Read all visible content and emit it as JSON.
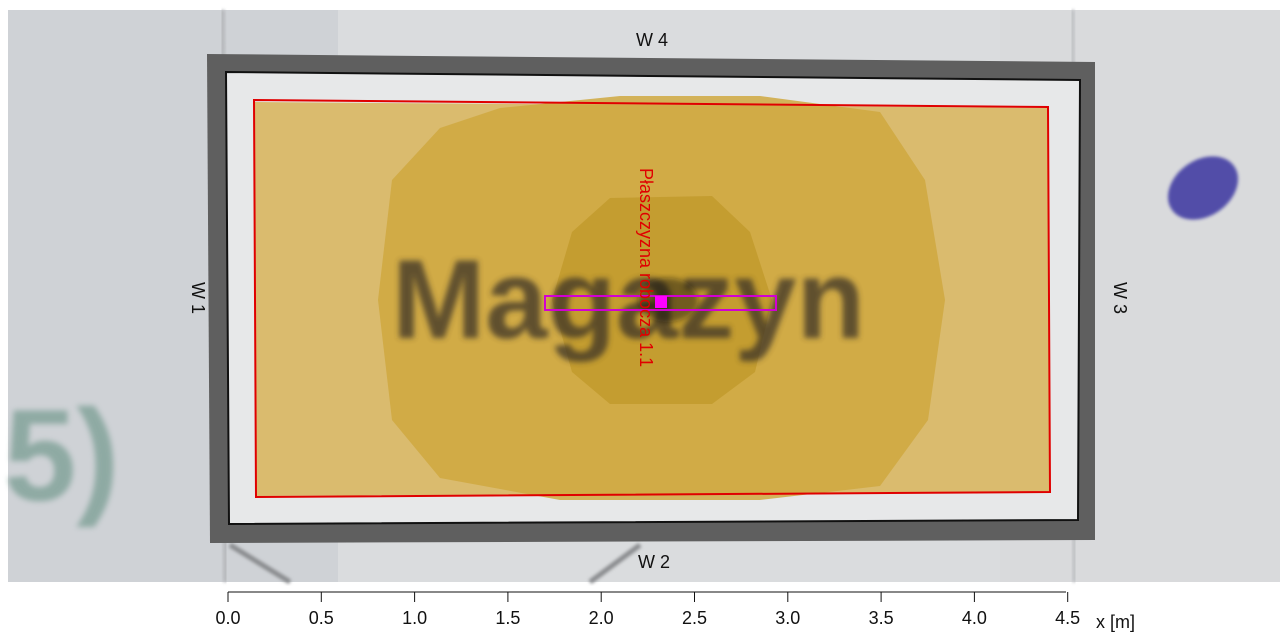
{
  "photo": {
    "background_text": "Magazyn",
    "margin_mark": "5)"
  },
  "walls": {
    "top": "W 4",
    "bottom": "W 2",
    "left": "W 1",
    "right": "W 3"
  },
  "work_plane": {
    "label": "Płaszczyzna robocza 1.1"
  },
  "colors": {
    "frame": "#5f5f5f",
    "boundary": "#e00000",
    "work_plane": "#d200d2",
    "zone_outer": "#d8b660",
    "zone_mid": "#cda63e",
    "zone_inner": "#c29a2d"
  },
  "axis": {
    "unit_label": "x [m]",
    "ticks": [
      "0.0",
      "0.5",
      "1.0",
      "1.5",
      "2.0",
      "2.5",
      "3.0",
      "3.5",
      "4.0",
      "4.5"
    ]
  }
}
